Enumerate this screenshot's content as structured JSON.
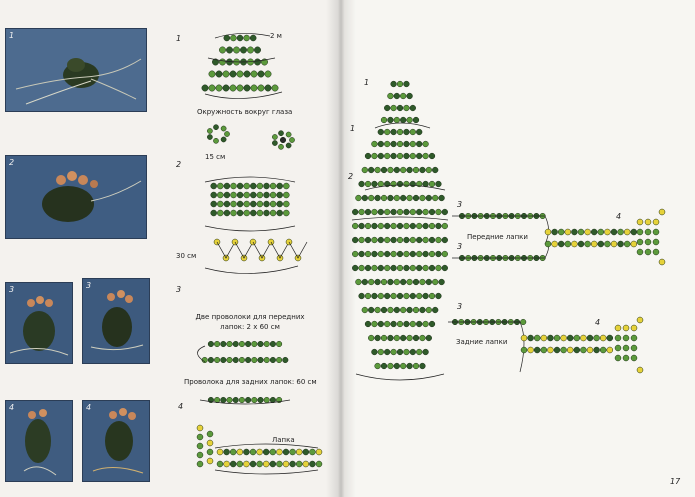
{
  "photos": [
    {
      "label": "1"
    },
    {
      "label": "2"
    },
    {
      "label": "3"
    },
    {
      "label": "3"
    },
    {
      "label": "4"
    },
    {
      "label": "4"
    }
  ],
  "left_diagram": {
    "step1": "1",
    "label_2m": "2 м",
    "eye_caption": "Окружность вокруг глаза",
    "label_15cm": "15 см",
    "step2": "2",
    "label_30cm": "30 см",
    "step3": "3",
    "front_wire_caption": "Две проволоки для передних лапок: 2 х 60 см",
    "back_wire_caption": "Проволока для задних лапок: 60 см",
    "step4": "4",
    "paw_caption": "Лапка"
  },
  "right_diagram": {
    "row1": "1",
    "row1b": "1",
    "row2": "2",
    "front_step3a": "3",
    "front_step3b": "3",
    "front_step4": "4",
    "front_label": "Передние лапки",
    "back_step3": "3",
    "back_step4": "4",
    "back_label": "Задние лапки",
    "page_number": "17"
  },
  "colors": {
    "dark_green": "#2f5a2a",
    "light_green": "#5c9a3c",
    "yellow": "#e6d23a",
    "line": "#222222"
  }
}
